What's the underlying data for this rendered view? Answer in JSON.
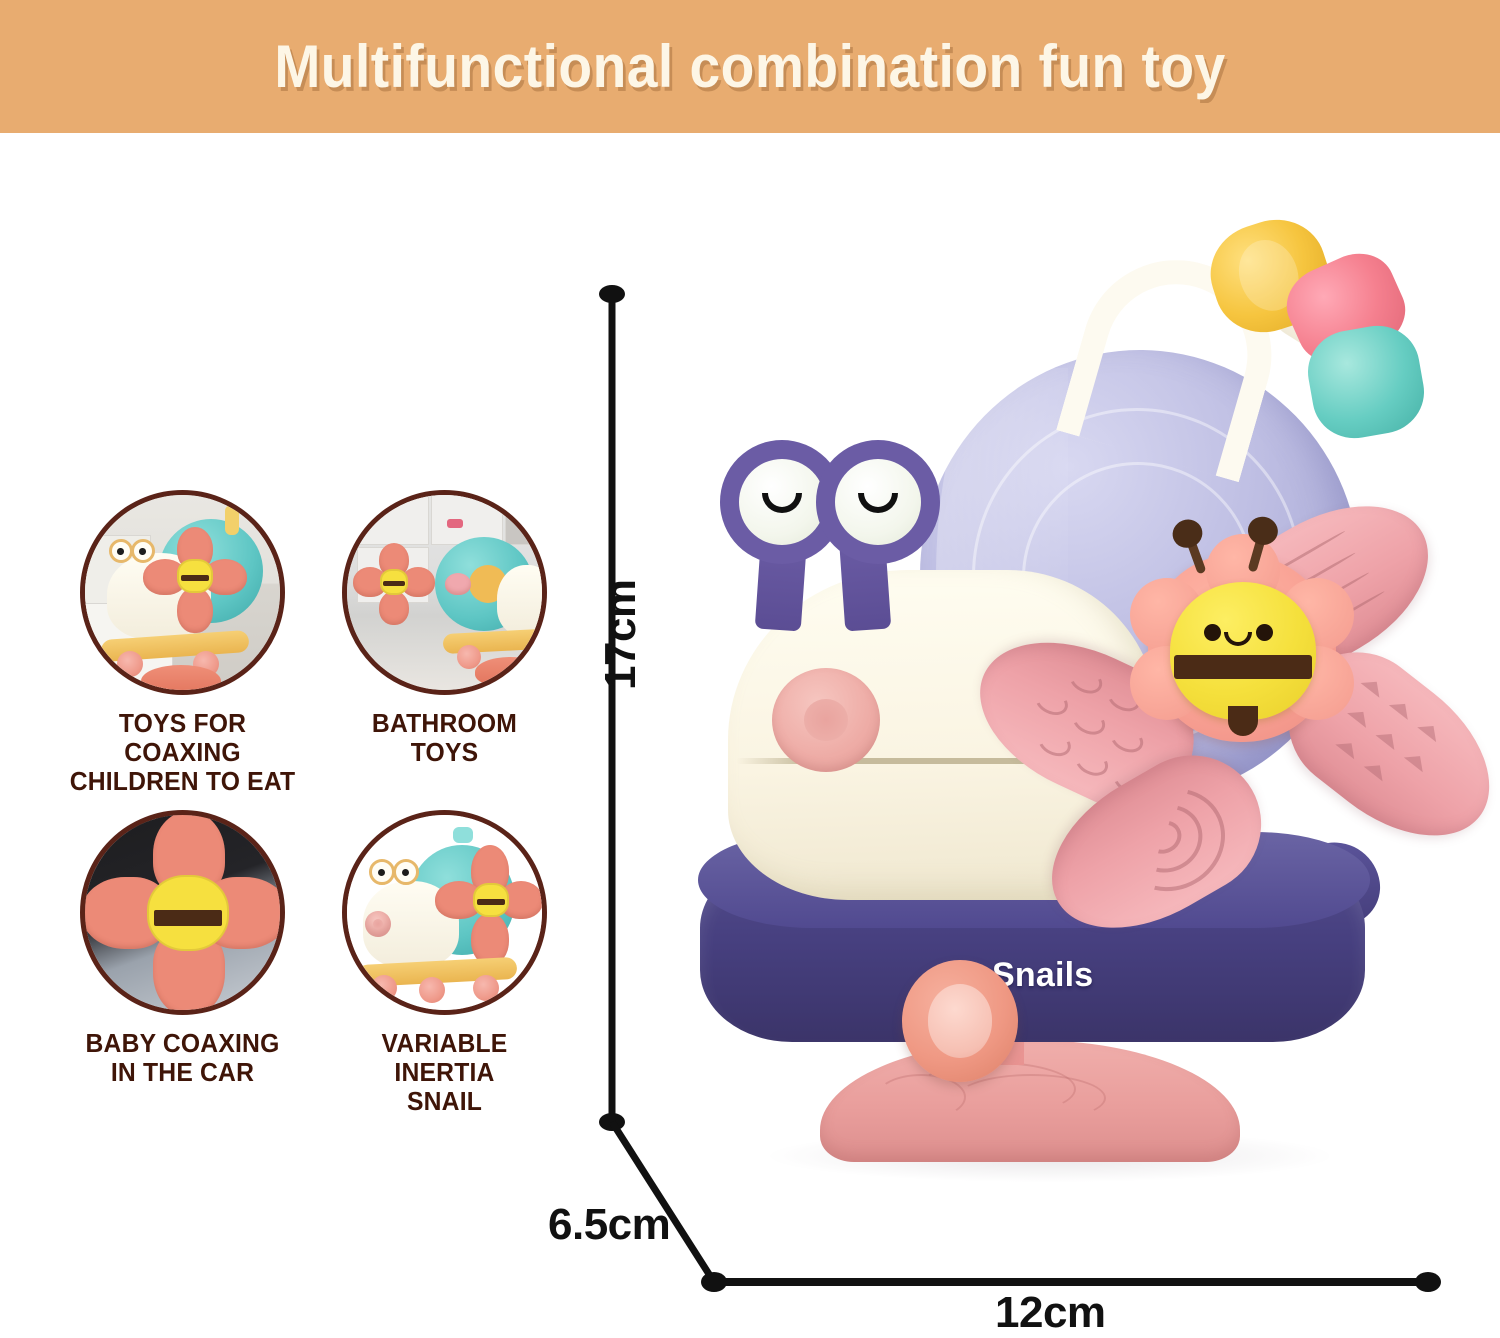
{
  "banner": {
    "title": "Multifunctional combination fun toy",
    "background_color": "#E8AC70",
    "text_color": "#FDF6E6"
  },
  "features": {
    "border_color": "#5A2318",
    "caption_color": "#3F1508",
    "items": [
      {
        "id": "toys-for-coaxing-children-to-eat",
        "caption_line1": "TOYS FOR COAXING",
        "caption_line2": "CHILDREN TO EAT",
        "scene": "highchair-kitchen"
      },
      {
        "id": "bathroom-toys",
        "caption_line1": "BATHROOM",
        "caption_line2": "TOYS",
        "scene": "bathroom-tile"
      },
      {
        "id": "baby-coaxing-in-the-car",
        "caption_line1": "BABY COAXING",
        "caption_line2": "IN THE CAR",
        "scene": "car-window"
      },
      {
        "id": "variable-inertia-snail",
        "caption_line1": "VARIABLE INERTIA",
        "caption_line2": "SNAIL",
        "scene": "white-studio"
      }
    ]
  },
  "product": {
    "brand_text": "Snails",
    "brand_text_color": "#FFFFFF",
    "colors": {
      "shell": "#B8B8E0",
      "body_cream": "#FBF6E6",
      "eye_frame_purple": "#6B5CA5",
      "chassis_purple": "#474080",
      "petal_pink": "#EEA2A8",
      "wheel_coral": "#EF9883",
      "suction_pink": "#E99E9C",
      "bee_yellow": "#F5E03C",
      "bee_stripe_brown": "#4B2B16",
      "bead_yellow": "#F6C53F",
      "bead_pink": "#F5808F",
      "bead_teal": "#66CDC2",
      "handle_white": "#FDFAF0"
    }
  },
  "dimensions": {
    "height": "17cm",
    "depth": "6.5cm",
    "width": "12cm",
    "line_color": "#111111"
  }
}
